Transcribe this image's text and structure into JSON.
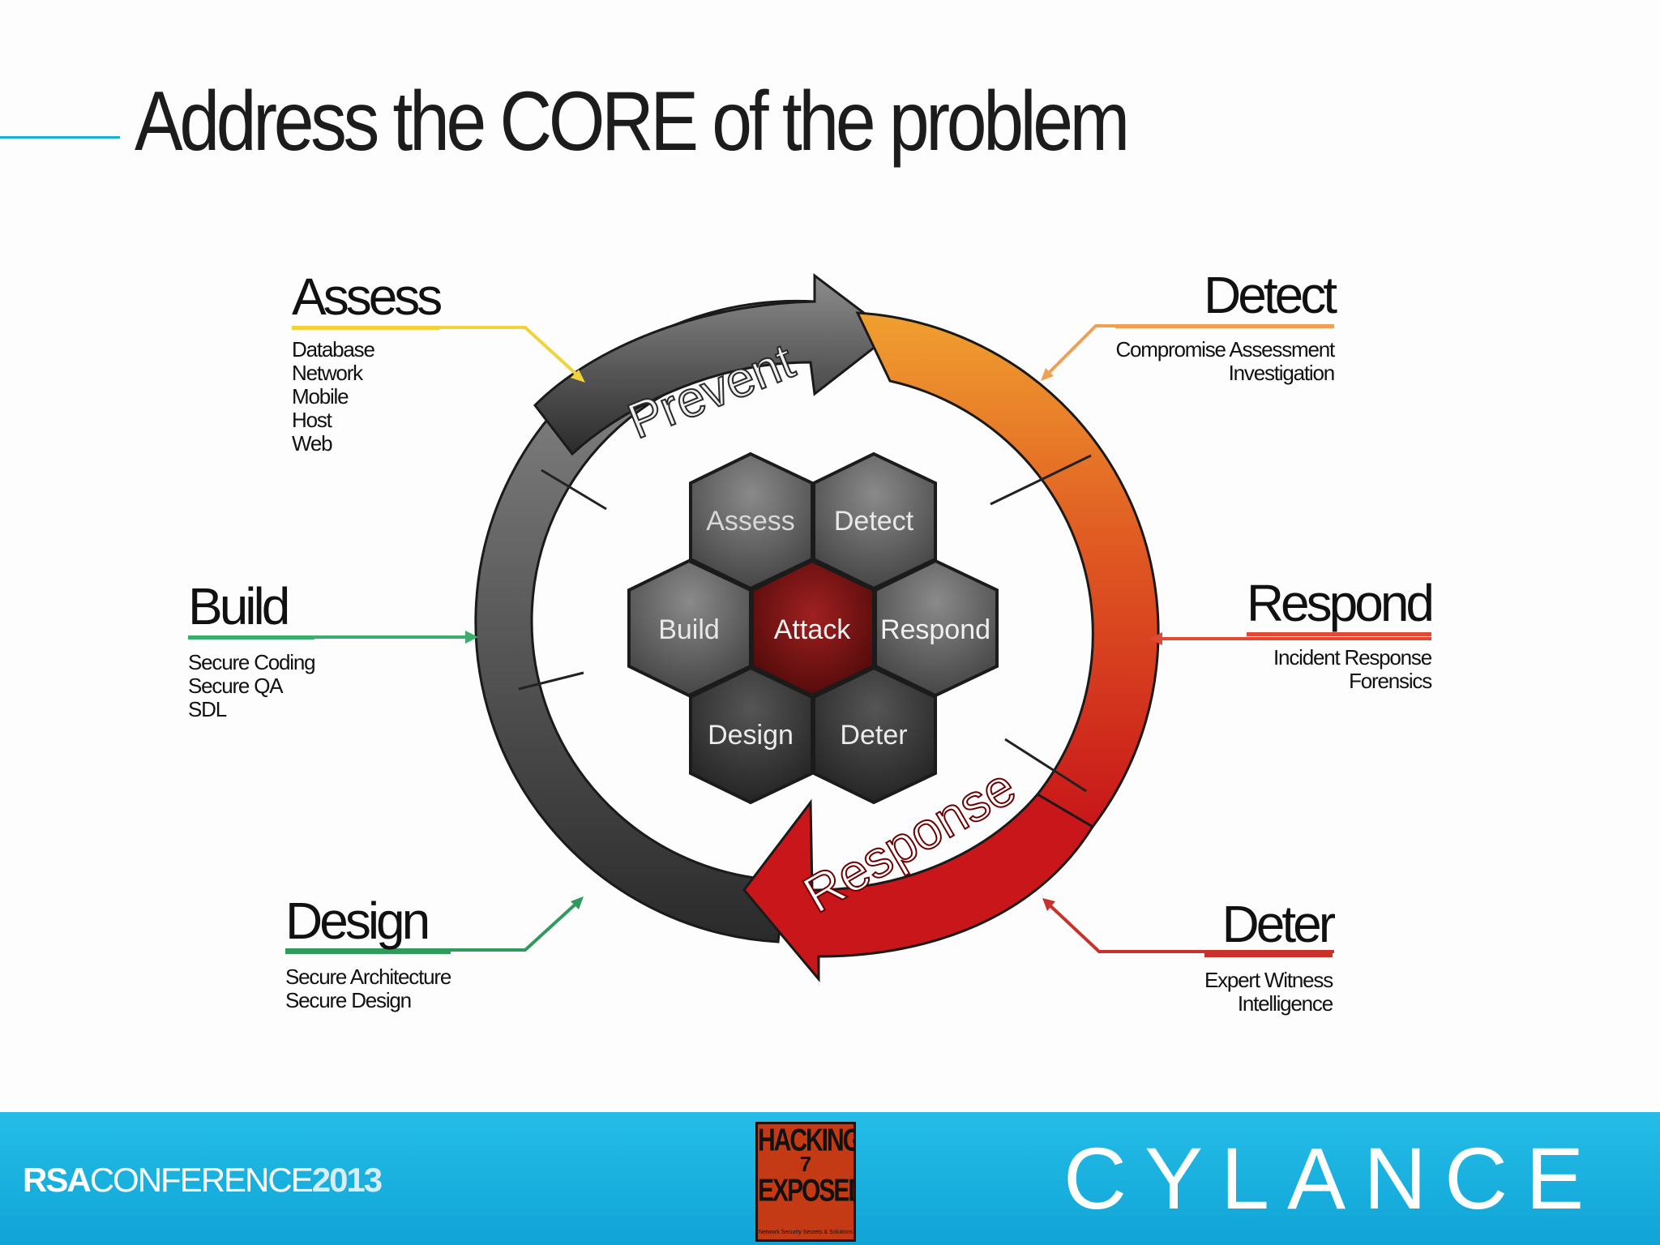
{
  "title": "Address the CORE of the problem",
  "ring": {
    "prevent_label": "Prevent",
    "response_label": "Response"
  },
  "hexes": {
    "assess": "Assess",
    "detect": "Detect",
    "build": "Build",
    "attack": "Attack",
    "respond": "Respond",
    "design": "Design",
    "deter": "Deter"
  },
  "callouts": {
    "assess": {
      "heading": "Assess",
      "items": [
        "Database",
        "Network",
        "Mobile",
        "Host",
        "Web"
      ],
      "color": "#f2d23a"
    },
    "build": {
      "heading": "Build",
      "items": [
        "Secure Coding",
        "Secure QA",
        "SDL"
      ],
      "color": "#3aae6a"
    },
    "design": {
      "heading": "Design",
      "items": [
        "Secure Architecture",
        "Secure Design"
      ],
      "color": "#2f9a5c"
    },
    "detect": {
      "heading": "Detect",
      "items": [
        "Compromise Assessment",
        "Investigation"
      ],
      "color": "#f0a050"
    },
    "respond": {
      "heading": "Respond",
      "items": [
        "Incident Response",
        "Forensics"
      ],
      "color": "#e04a35"
    },
    "deter": {
      "heading": "Deter",
      "items": [
        "Expert Witness",
        "Intelligence"
      ],
      "color": "#c8322a"
    }
  },
  "footer": {
    "rsa_left": "RSA",
    "rsa_mid": "CONFERENCE",
    "rsa_year": "2013",
    "book_line1": "HACKING",
    "book_number": "7",
    "book_line2": "EXPOSED",
    "book_sub": "Network Security Secrets & Solutions",
    "cylance": "CYLANCE"
  },
  "colors": {
    "title_rule": "#1ab0d8",
    "footer": "#19addc",
    "attack_hex": "#7a1212"
  }
}
